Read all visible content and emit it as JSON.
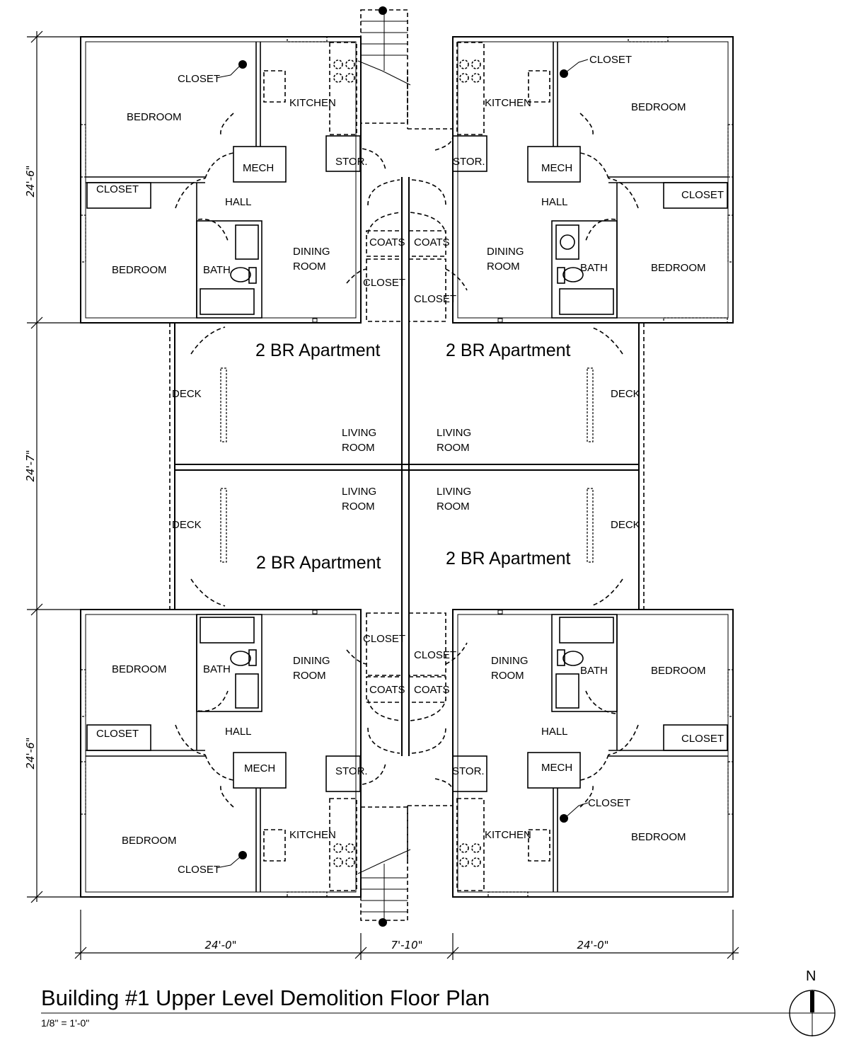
{
  "title": "Building #1 Upper Level Demolition Floor Plan",
  "scale": "1/8\" = 1'-0\"",
  "north_label": "N",
  "dimensions": {
    "top_left": "24'-6\"",
    "middle_left": "24'-7\"",
    "bottom_left": "24'-6\"",
    "bottom_a": "24'-0\"",
    "bottom_b": "7'-10\"",
    "bottom_c": "24'-0\""
  },
  "apartments": {
    "top_left": "2 BR Apartment",
    "top_right": "2 BR Apartment",
    "bottom_left": "2 BR Apartment",
    "bottom_right": "2 BR Apartment"
  },
  "rooms": {
    "closet": "CLOSET",
    "bedroom": "BEDROOM",
    "kitchen": "KITCHEN",
    "mech": "MECH",
    "stor": "STOR.",
    "hall": "HALL",
    "bath": "BATH",
    "coats": "COATS",
    "deck": "DECK",
    "dining_1": "DINING",
    "dining_2": "ROOM",
    "living_1": "LIVING",
    "living_2": "ROOM"
  }
}
